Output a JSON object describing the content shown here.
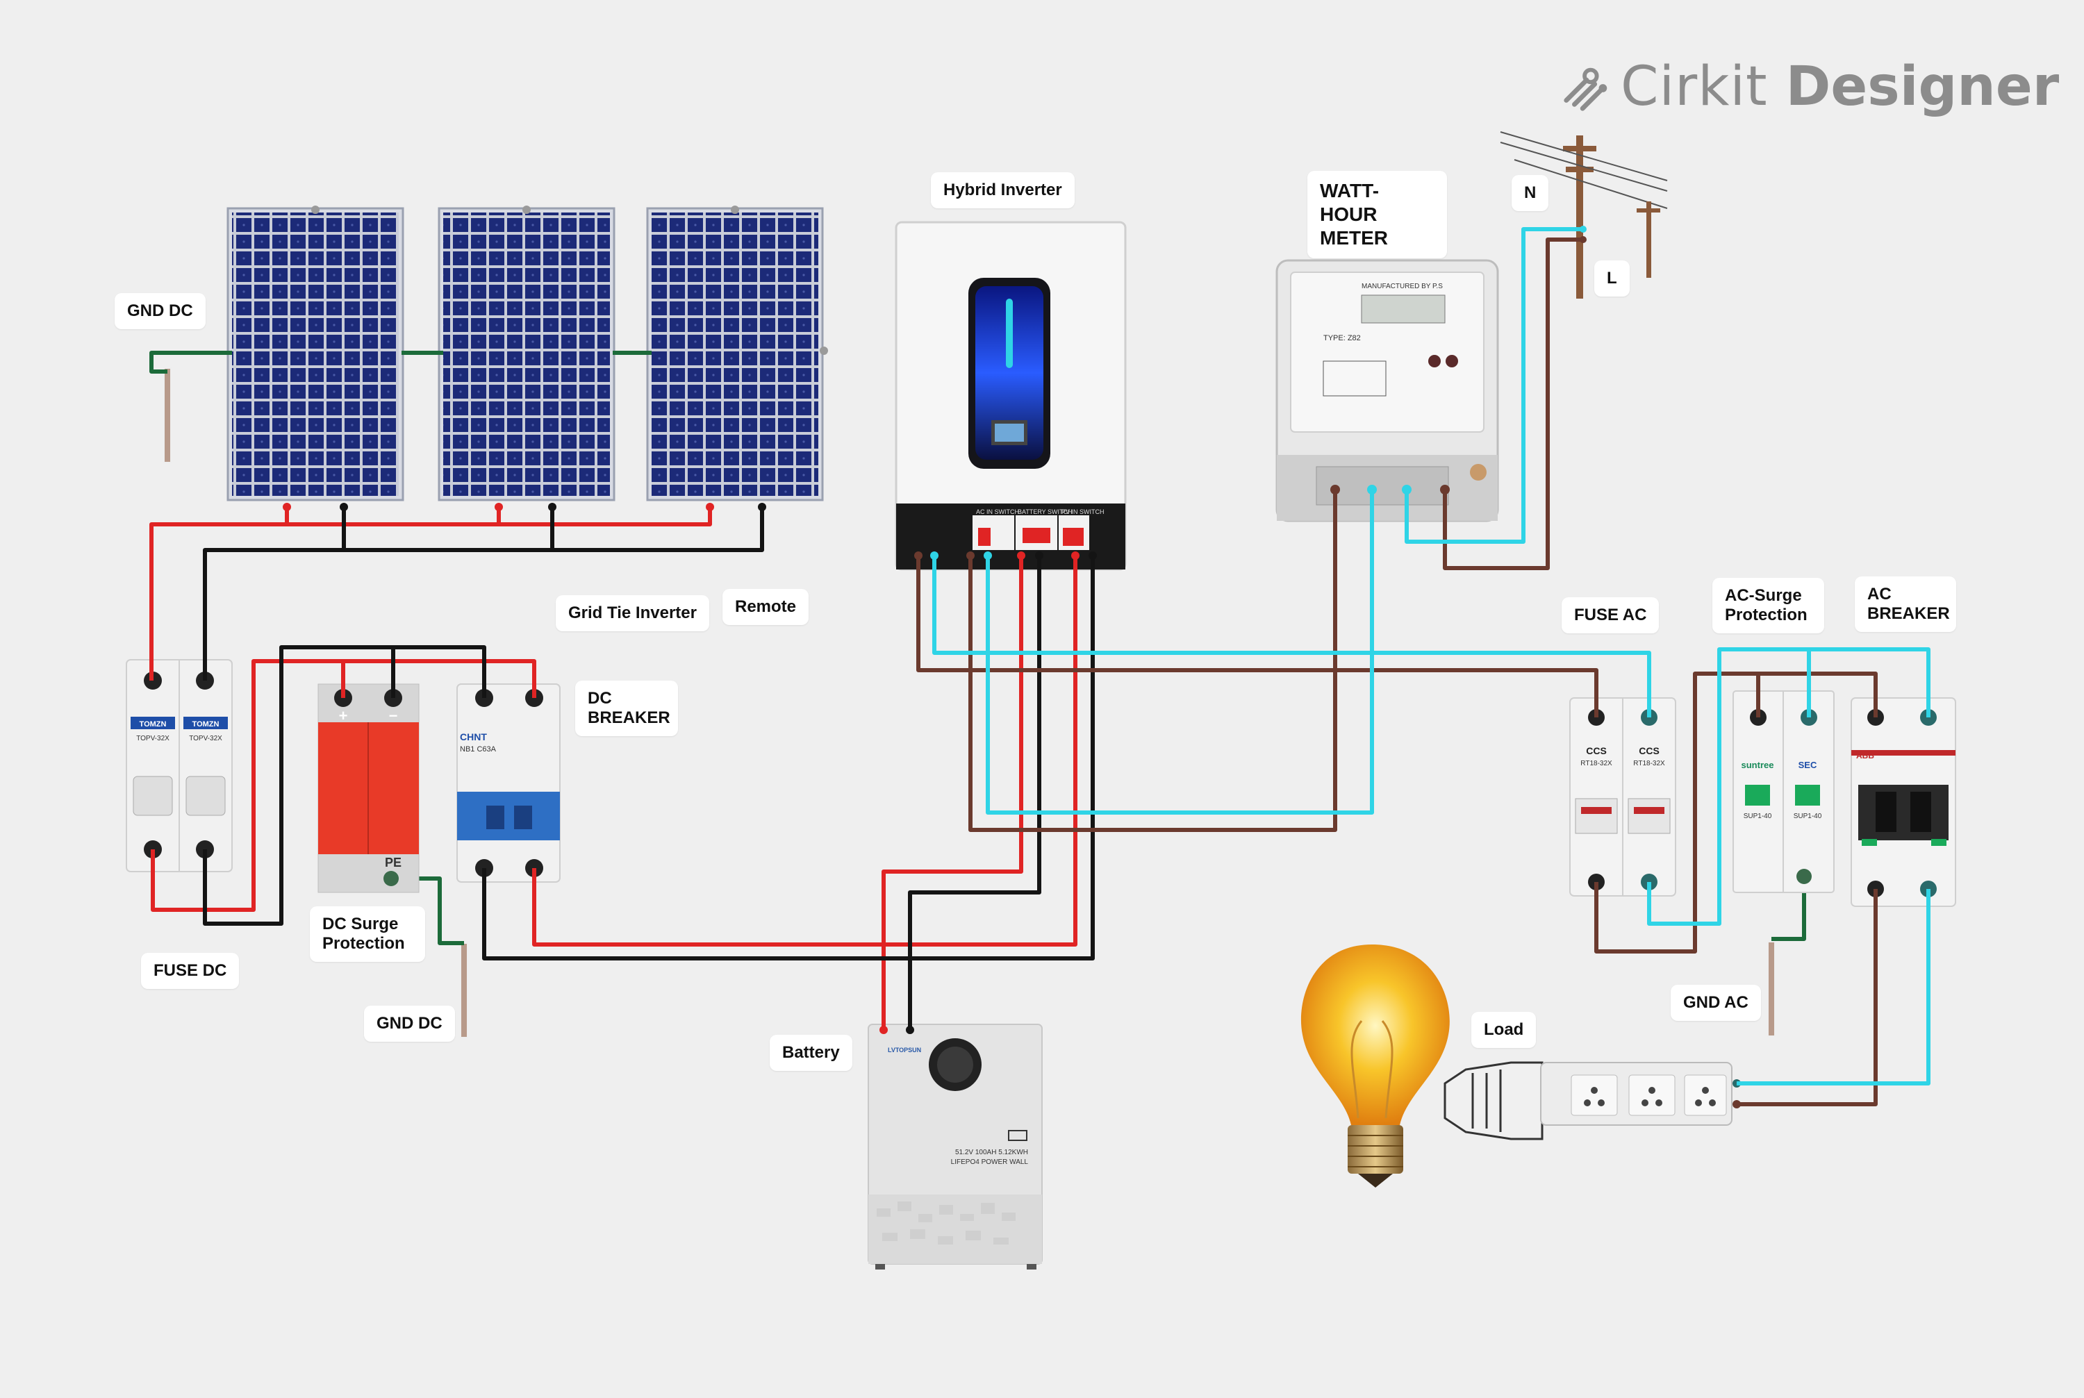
{
  "brand": {
    "name_light": "Cirkit",
    "name_bold": "Designer"
  },
  "labels": {
    "gnd_dc_top": "GND DC",
    "hybrid_inverter": "Hybrid Inverter",
    "watt_hour_meter": "WATT-HOUR METER",
    "n": "N",
    "l": "L",
    "grid_tie_inverter": "Grid Tie Inverter",
    "remote": "Remote",
    "dc_breaker": "DC BREAKER",
    "fuse_ac": "FUSE AC",
    "ac_surge_protection": "AC-Surge Protection",
    "ac_breaker": "AC BREAKER",
    "dc_surge_protection": "DC Surge Protection",
    "fuse_dc": "FUSE DC",
    "gnd_dc_bottom": "GND DC",
    "battery": "Battery",
    "gnd_ac": "GND AC",
    "load": "Load"
  },
  "device_text": {
    "fuse_dc_brand": "TOMZN",
    "fuse_dc_model": "TOPV-32X",
    "spd_plus": "+",
    "spd_minus": "−",
    "spd_pe": "PE",
    "dc_breaker_brand": "CHNT",
    "dc_breaker_model": "NB1 C63A",
    "fuse_ac_brand": "CCS",
    "fuse_ac_model": "RT18-32X",
    "ac_spd_brand_1": "suntree",
    "ac_spd_brand_2": "SEC",
    "ac_spd_model": "SUP1-40",
    "ac_breaker_brand": "ABB",
    "battery_brand": "LVTOPSUN",
    "battery_spec_1": "51.2V 100AH  5.12KWH",
    "battery_spec_2": "LIFEPO4 POWER WALL",
    "meter_mfr": "MANUFACTURED BY P.S",
    "meter_type": "TYPE: Z82",
    "inverter_sw_1": "AC IN SWITCH",
    "inverter_sw_2": "BATTERY SWITCH",
    "inverter_sw_3": "PV IN SWITCH"
  },
  "colors": {
    "background": "#efefef",
    "wire_red": "#e02424",
    "wire_black": "#141414",
    "wire_brown": "#6b3a2e",
    "wire_cyan": "#2fd4e6",
    "wire_green": "#1c6b3a",
    "panel_cell": "#1c2a78",
    "spd_red": "#e83a28",
    "breaker_blue": "#2e6fc4"
  }
}
